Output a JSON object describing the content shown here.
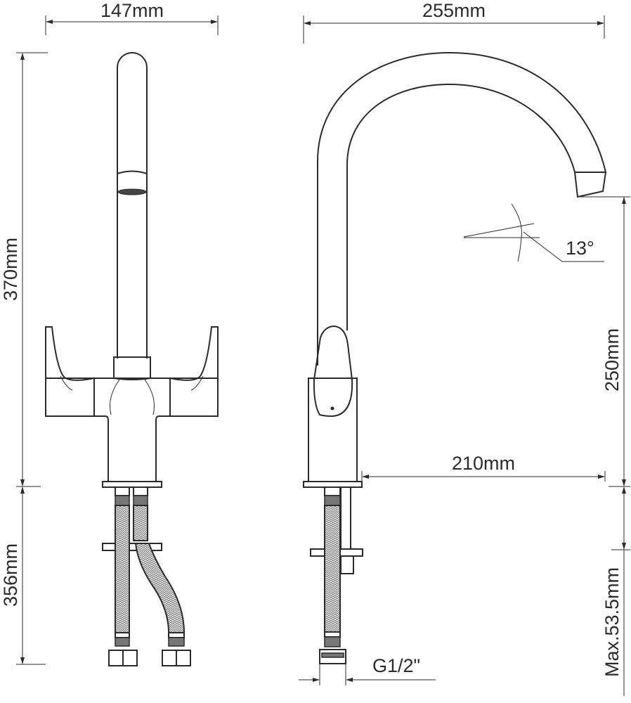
{
  "drawing": {
    "front_view": {
      "width_label": "147mm",
      "height_label": "370mm",
      "under_sink_label": "356mm"
    },
    "side_view": {
      "reach_total_label": "255mm",
      "angle_label": "13°",
      "spout_height_label": "250mm",
      "reach_label": "210mm",
      "connection_label": "G1/2\"",
      "max_thickness_label": "Max.53.5mm"
    },
    "colors": {
      "line": "#2b2b2b",
      "hose": "#d8d8d8"
    }
  }
}
